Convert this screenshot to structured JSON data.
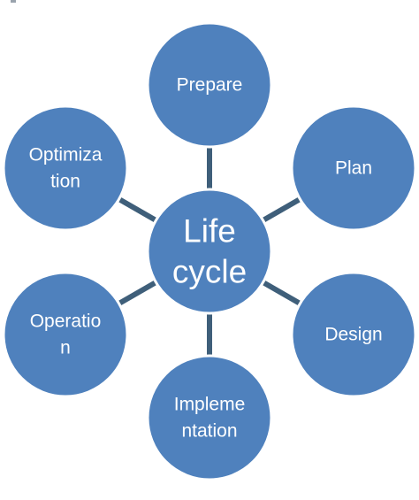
{
  "diagram": {
    "center": {
      "lines": [
        "Life",
        "cycle"
      ]
    },
    "phases": [
      {
        "id": "prepare",
        "lines": [
          "Prepare"
        ]
      },
      {
        "id": "plan",
        "lines": [
          "Plan"
        ]
      },
      {
        "id": "design",
        "lines": [
          "Design"
        ]
      },
      {
        "id": "implementation",
        "lines": [
          "Impleme",
          "ntation"
        ]
      },
      {
        "id": "operation",
        "lines": [
          "Operatio",
          "n"
        ]
      },
      {
        "id": "optimization",
        "lines": [
          "Optimiza",
          "tion"
        ]
      }
    ],
    "colors": {
      "node_fill": "#4f81bd",
      "node_border": "#ffffff",
      "connector": "#3f5f7a",
      "text": "#ffffff"
    }
  }
}
